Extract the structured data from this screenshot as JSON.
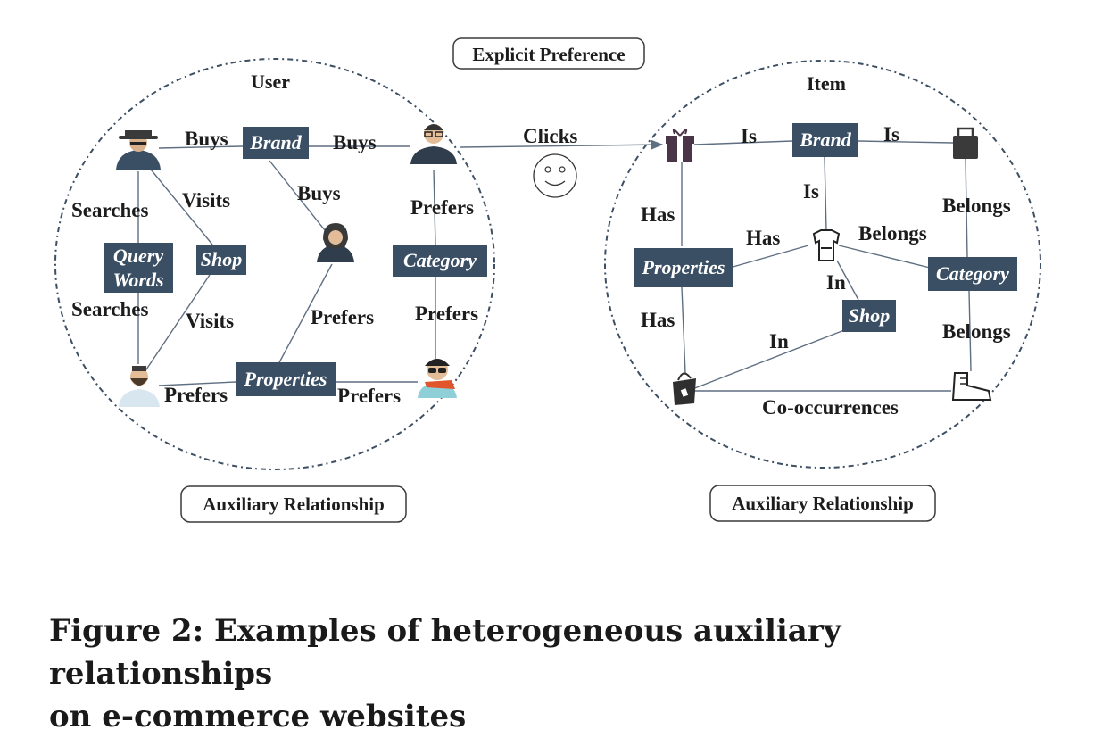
{
  "pills": {
    "explicit": "Explicit Preference",
    "aux_left": "Auxiliary Relationship",
    "aux_right": "Auxiliary Relationship"
  },
  "circles": {
    "user_title": "User",
    "item_title": "Item"
  },
  "user_nodes": {
    "brand": "Brand",
    "query_line1": "Query",
    "query_line2": "Words",
    "shop": "Shop",
    "category": "Category",
    "properties": "Properties"
  },
  "user_edges": {
    "buys_1": "Buys",
    "buys_2": "Buys",
    "buys_3": "Buys",
    "searches_1": "Searches",
    "searches_2": "Searches",
    "visits_1": "Visits",
    "visits_2": "Visits",
    "prefers_1": "Prefers",
    "prefers_2": "Prefers",
    "prefers_3": "Prefers",
    "prefers_4": "Prefers",
    "prefers_5": "Prefers"
  },
  "connector": {
    "clicks": "Clicks"
  },
  "item_nodes": {
    "brand": "Brand",
    "properties": "Properties",
    "category": "Category",
    "shop": "Shop"
  },
  "item_edges": {
    "is_1": "Is",
    "is_2": "Is",
    "is_3": "Is",
    "has_1": "Has",
    "has_2": "Has",
    "has_3": "Has",
    "belongs_1": "Belongs",
    "belongs_2": "Belongs",
    "belongs_3": "Belongs",
    "in_1": "In",
    "in_2": "In",
    "cooccur": "Co-occurrences"
  },
  "caption": {
    "line1": "Figure 2: Examples of heterogeneous auxiliary relationships",
    "line2": "on e-commerce websites"
  },
  "colors": {
    "node_fill": "#3b4f64",
    "edge": "#5f6f82",
    "circle": "#3d4f63"
  }
}
